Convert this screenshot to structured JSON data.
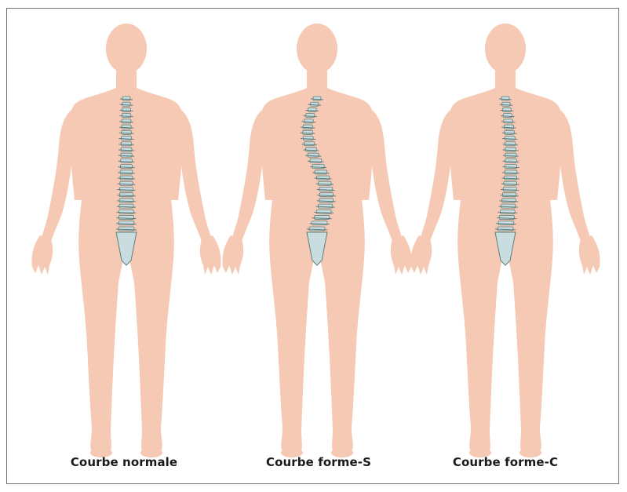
{
  "figures": [
    {
      "caption": "Courbe normale",
      "spine": "straight"
    },
    {
      "caption": "Courbe forme-S",
      "spine": "s-curve"
    },
    {
      "caption": "Courbe forme-C",
      "spine": "c-curve"
    }
  ],
  "colors": {
    "skin": "#f5c9b3",
    "vertebra": "#c9dcdf",
    "vertebra_shadow": "#5f7f7d",
    "border": "#6f6f6f",
    "caption": "#1a1a1a"
  }
}
